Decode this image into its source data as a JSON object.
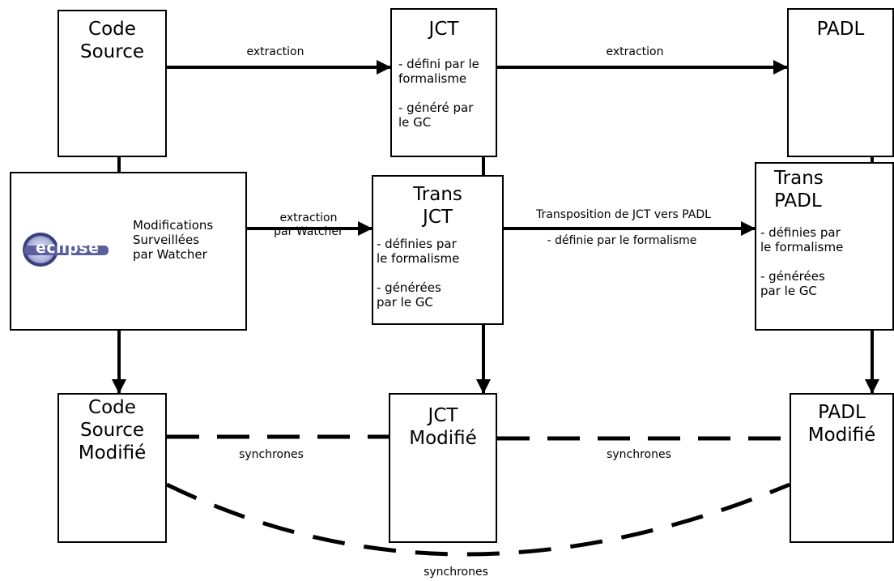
{
  "boxes": {
    "code_source": {
      "title": "Code\nSource"
    },
    "jct": {
      "title": "JCT",
      "notes": "- défini par le\nformalisme\n\n- généré par\nle GC"
    },
    "padl": {
      "title": "PADL"
    },
    "eclipse": {
      "logo_text": "eclipse",
      "text": "Modifications\nSurveillées\npar Watcher"
    },
    "trans_jct": {
      "title": "Trans\nJCT",
      "notes": "- définies par\nle formalisme\n\n- générées\npar le GC"
    },
    "trans_padl": {
      "title": "Trans\nPADL",
      "notes": "- définies par\nle formalisme\n\n- générées\npar le GC"
    },
    "code_source_modifie": {
      "title": "Code\nSource\nModifié"
    },
    "jct_modifie": {
      "title": "JCT\nModifié"
    },
    "padl_modifie": {
      "title": "PADL\nModifié"
    }
  },
  "edges": {
    "code_to_jct": "extraction",
    "jct_to_padl": "extraction",
    "eclipse_to_trans_jct": "extraction\npar Watcher",
    "trans_jct_to_trans_padl": "Transposition de JCT vers PADL",
    "trans_jct_to_trans_padl_note": "- définie par le formalisme",
    "sync_code_jct": "synchrones",
    "sync_jct_padl": "synchrones",
    "sync_code_padl": "synchrones"
  },
  "colors": {
    "line": "#000000",
    "eclipse_blue": "#3a3f7a",
    "eclipse_glow": "#9aa0d8"
  }
}
